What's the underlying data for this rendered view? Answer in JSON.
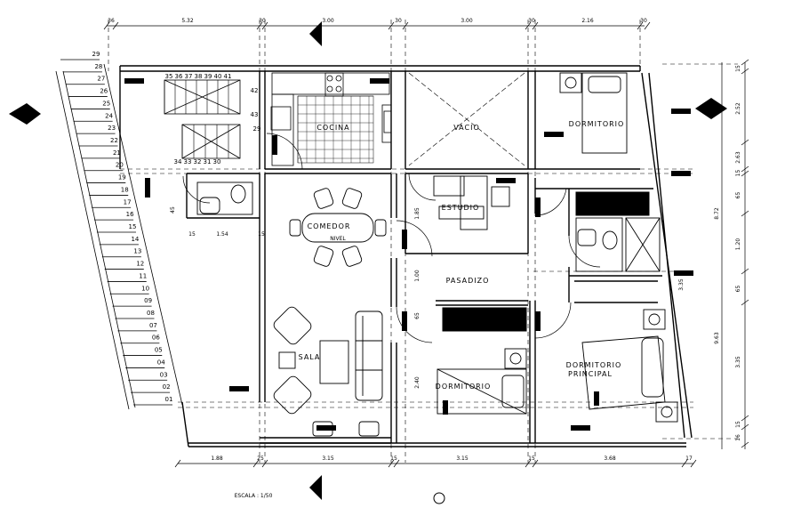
{
  "dims_top": [
    "36",
    "5.32",
    "30",
    "3.00",
    "30",
    "3.00",
    "30",
    "2.16",
    "30"
  ],
  "dims_bottom": [
    "1.88",
    "25",
    "3.15",
    "15",
    "3.15",
    "15",
    "3.68",
    "17"
  ],
  "dims_right": [
    "15",
    "2.52",
    "2.63",
    "15",
    "65",
    "1.20",
    "65",
    "3.35",
    "15",
    "16"
  ],
  "dims_right_total": [
    "8.72",
    "9.63"
  ],
  "dims_inner": [
    "1.85",
    "1.00",
    "65",
    "2.40",
    "3.35",
    "45",
    "15",
    "1.54",
    "15"
  ],
  "rooms": {
    "cocina": "COCINA",
    "vacio": "VACIO",
    "dormitorio_1": "DORMITORIO",
    "estudio": "ESTUDIO",
    "comedor": "COMEDOR",
    "nivel": "NIVEL",
    "pasadizo": "PASADIZO",
    "sala": "SALA",
    "dormitorio_2": "DORMITORIO",
    "dormitorio_principal_1": "DORMITORIO",
    "dormitorio_principal_2": "PRINCIPAL"
  },
  "stair_left": [
    "29",
    "28",
    "27",
    "26",
    "25",
    "24",
    "23",
    "22",
    "21",
    "20",
    "19",
    "18",
    "17",
    "16",
    "15",
    "14",
    "13",
    "12",
    "11",
    "10",
    "09",
    "08",
    "07",
    "06",
    "05",
    "04",
    "03",
    "02",
    "01"
  ],
  "stair_upper_top": [
    "35",
    "36",
    "37",
    "38",
    "39",
    "40",
    "41"
  ],
  "stair_upper_bottom": [
    "34",
    "33",
    "32",
    "31",
    "30"
  ],
  "stair_side": [
    "42",
    "43",
    "29"
  ],
  "escala": "ESCALA : 1/50"
}
